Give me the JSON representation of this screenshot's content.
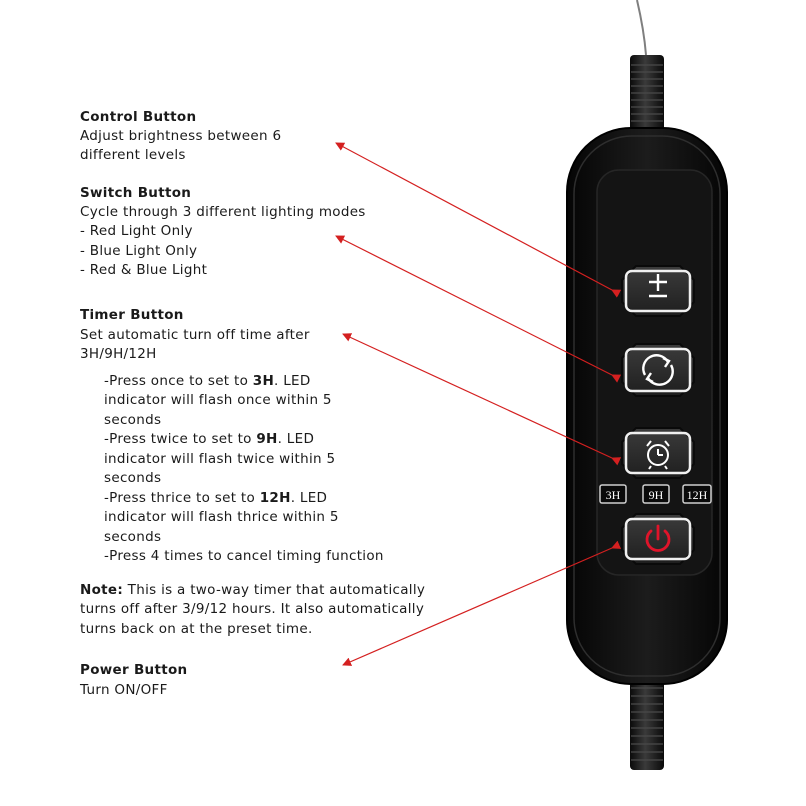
{
  "control": {
    "title": "Control Button",
    "desc_line1": "Adjust brightness between 6",
    "desc_line2": "different levels"
  },
  "switch": {
    "title": "Switch Button",
    "desc": "Cycle through 3 different lighting modes",
    "modes": [
      "- Red Light Only",
      "- Blue Light Only",
      "- Red & Blue Light"
    ]
  },
  "timer": {
    "title": "Timer Button",
    "desc_line1": "Set automatic turn off time after",
    "desc_line2": "3H/9H/12H",
    "once_pre": "-Press once to set to ",
    "once_bold": "3H",
    "once_post": ". LED",
    "once_line2": "indicator will flash once within 5",
    "once_line3": "seconds",
    "twice_pre": "-Press twice to set to ",
    "twice_bold": "9H",
    "twice_post": ". LED",
    "twice_line2": "indicator will flash twice within 5",
    "twice_line3": "seconds",
    "thrice_pre": "-Press thrice to set to ",
    "thrice_bold": "12H",
    "thrice_post": ". LED",
    "thrice_line2": "indicator will flash thrice within 5",
    "thrice_line3": "seconds",
    "cancel": "-Press 4 times to cancel timing function"
  },
  "note": {
    "label": "Note:",
    "line1": " This is a two-way timer that automatically",
    "line2": "turns off after 3/9/12 hours. It also automatically",
    "line3": "turns back on at the preset time."
  },
  "power": {
    "title": "Power Button",
    "desc": "Turn ON/OFF"
  },
  "indicators": [
    "3H",
    "9H",
    "12H"
  ],
  "colors": {
    "arrow": "#d42020",
    "power_icon": "#e0142a",
    "device_body": "#141414",
    "button_face": "#2b2b2b"
  },
  "icons": {
    "control": "plus-minus-icon",
    "switch": "cycle-arrows-icon",
    "timer": "alarm-clock-icon",
    "power": "power-icon"
  }
}
